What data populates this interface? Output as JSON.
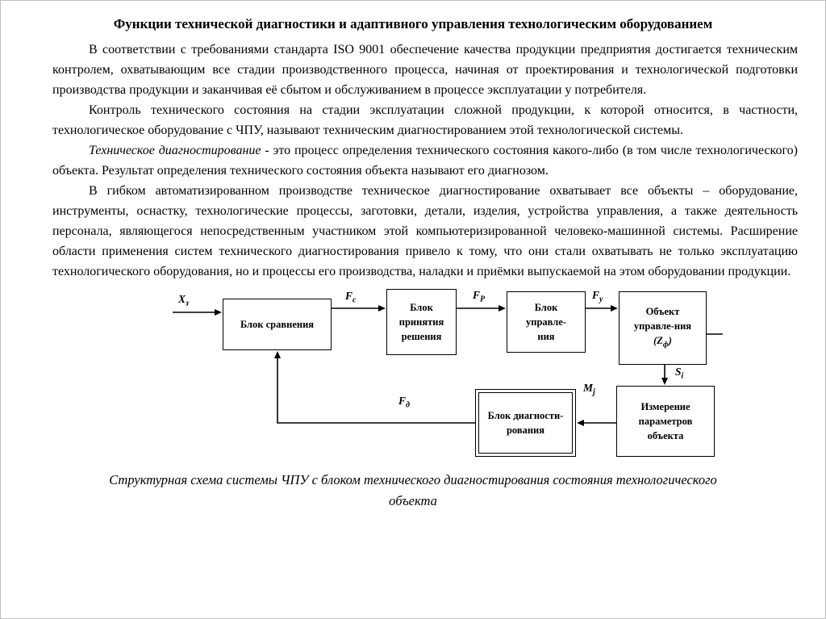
{
  "page": {
    "title": "Функции технической диагностики и адаптивного управления технологическим оборудованием",
    "paragraphs": {
      "p1": "В соответствии с требованиями стандарта ISO 9001 обеспечение качества продукции предприятия достигается техническим контролем, охватывающим все стадии производственного процесса, начиная от проектирования и технологической подготовки производства продукции и заканчивая её сбытом и обслуживанием в процессе эксплуатации у потребителя.",
      "p2": "Контроль технического состояния на стадии эксплуатации сложной продукции, к которой относится, в частности, технологическое оборудование с ЧПУ, называют техническим диагностированием этой технологической системы.",
      "p3_italic": "Техническое диагностирование",
      "p3_rest": " - это процесс определения технического состояния какого-либо (в том числе технологического) объекта. Результат определения технического состояния объекта называют его диагнозом.",
      "p4": "В гибком автоматизированном производстве техническое диагностирование охватывает все объекты – оборудование, инструменты, оснастку, технологические процессы, заготовки, детали, изделия, устройства управления, а также деятельность персонала, являющегося непосредственным участником этой компьютеризированной человеко-машинной системы. Расширение области применения систем технического диагностирования привело к тому, что они стали охватывать не только эксплуатацию технологического оборудования, но и процессы его производства, наладки и приёмки выпускаемой на этом оборудовании продукции."
    },
    "caption": "Структурная схема системы ЧПУ с блоком технического диагностирования состояния технологического объекта"
  },
  "diagram": {
    "boxes": {
      "comparison": {
        "label": "Блок сравнения"
      },
      "decision": {
        "label": "Блок\nпринятия\nрешения"
      },
      "control": {
        "label": "Блок\nуправле-\nния"
      },
      "object": {
        "label": "Объект\nуправле-ния",
        "z_pre": "(Z",
        "z_sub": "ф",
        "z_post": ")"
      },
      "measurement": {
        "label": "Измерение\nпараметров\nобъекта"
      },
      "diagnostics": {
        "label": "Блок\nдиагности-\nрования"
      }
    },
    "signals": {
      "x_in": {
        "main": "X",
        "sub": "з"
      },
      "fc": {
        "main": "F",
        "sub": "с"
      },
      "fp": {
        "main": "F",
        "sub": "Р"
      },
      "fy": {
        "main": "F",
        "sub": "у"
      },
      "si": {
        "main": "S",
        "sub": "i"
      },
      "mj": {
        "main": "M",
        "sub": "j"
      },
      "fd": {
        "main": "F",
        "sub": "д"
      }
    },
    "line_color": "#000000"
  }
}
